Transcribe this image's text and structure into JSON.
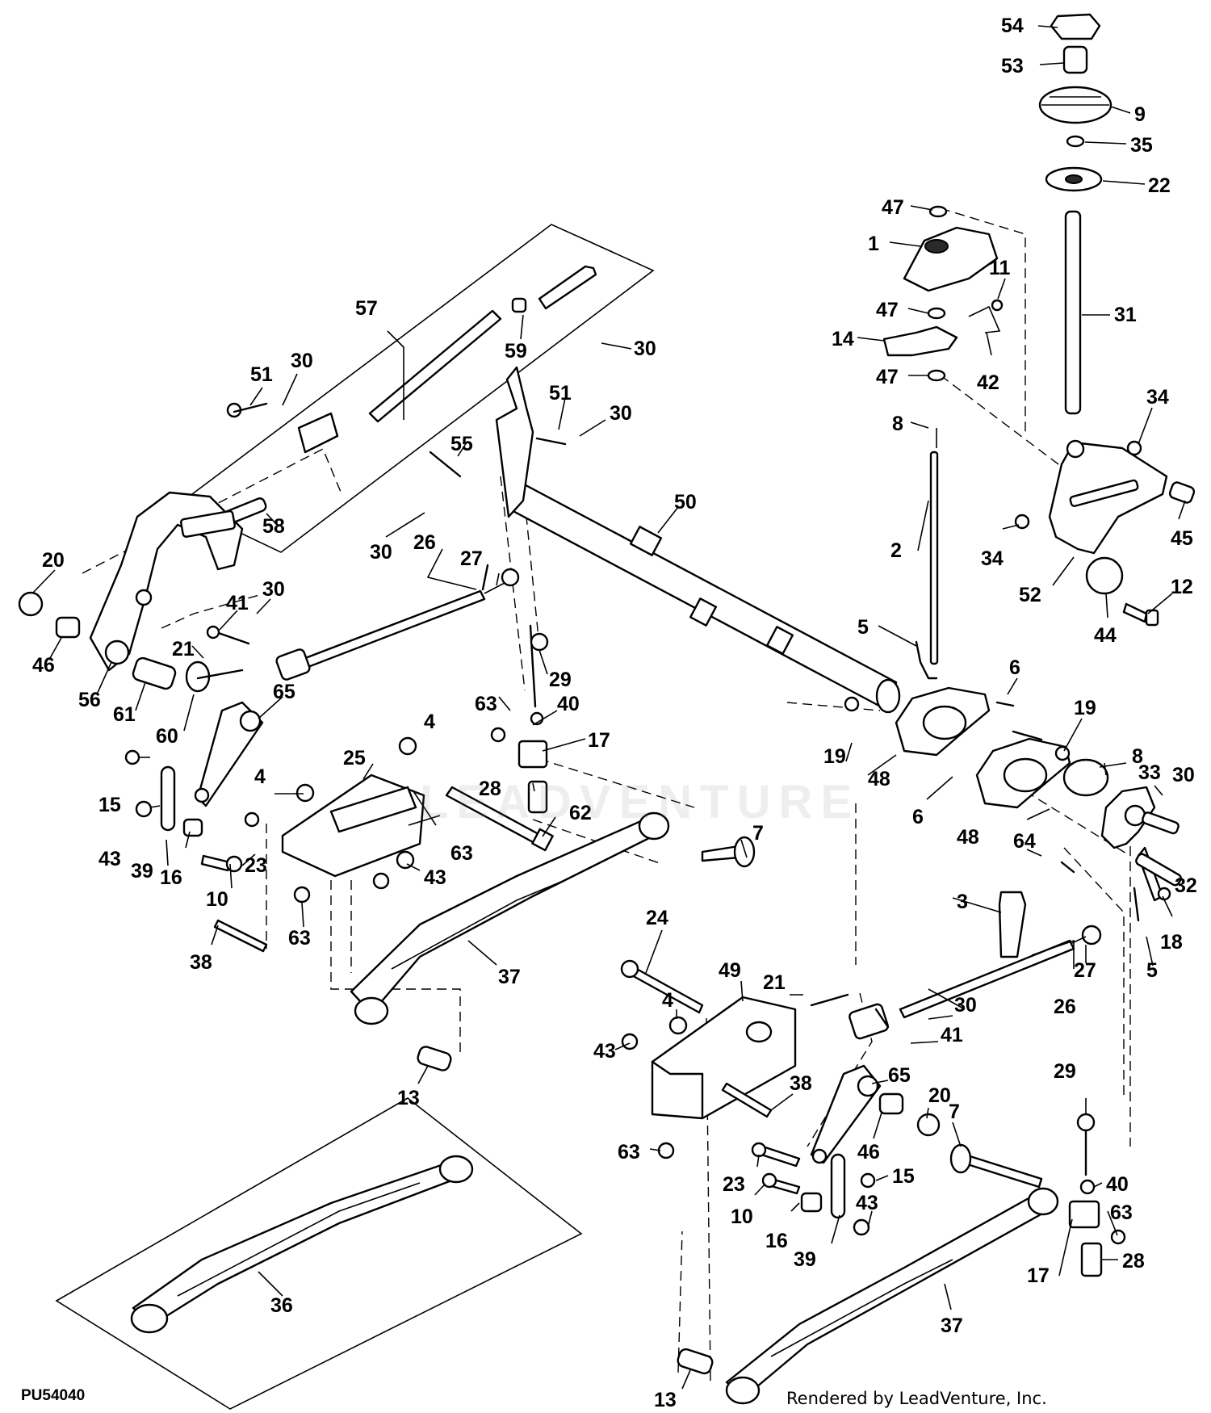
{
  "diagram": {
    "drawing_id": "PU54040",
    "credit": "Rendered by LeadVenture, Inc.",
    "watermark": "LEADVENTURE",
    "callouts": [
      {
        "n": "54"
      },
      {
        "n": "53"
      },
      {
        "n": "9"
      },
      {
        "n": "35"
      },
      {
        "n": "22"
      },
      {
        "n": "47"
      },
      {
        "n": "1"
      },
      {
        "n": "11"
      },
      {
        "n": "31"
      },
      {
        "n": "47"
      },
      {
        "n": "14"
      },
      {
        "n": "47"
      },
      {
        "n": "42"
      },
      {
        "n": "34"
      },
      {
        "n": "8"
      },
      {
        "n": "34"
      },
      {
        "n": "45"
      },
      {
        "n": "2"
      },
      {
        "n": "52"
      },
      {
        "n": "12"
      },
      {
        "n": "44"
      },
      {
        "n": "5"
      },
      {
        "n": "57"
      },
      {
        "n": "59"
      },
      {
        "n": "30"
      },
      {
        "n": "51"
      },
      {
        "n": "30"
      },
      {
        "n": "58"
      },
      {
        "n": "51"
      },
      {
        "n": "30"
      },
      {
        "n": "55"
      },
      {
        "n": "30"
      },
      {
        "n": "26"
      },
      {
        "n": "27"
      },
      {
        "n": "50"
      },
      {
        "n": "20"
      },
      {
        "n": "46"
      },
      {
        "n": "56"
      },
      {
        "n": "41"
      },
      {
        "n": "30"
      },
      {
        "n": "21"
      },
      {
        "n": "61"
      },
      {
        "n": "60"
      },
      {
        "n": "65"
      },
      {
        "n": "29"
      },
      {
        "n": "63"
      },
      {
        "n": "40"
      },
      {
        "n": "17"
      },
      {
        "n": "4"
      },
      {
        "n": "25"
      },
      {
        "n": "4"
      },
      {
        "n": "15"
      },
      {
        "n": "43"
      },
      {
        "n": "39"
      },
      {
        "n": "16"
      },
      {
        "n": "23"
      },
      {
        "n": "10"
      },
      {
        "n": "28"
      },
      {
        "n": "62"
      },
      {
        "n": "63"
      },
      {
        "n": "43"
      },
      {
        "n": "63"
      },
      {
        "n": "7"
      },
      {
        "n": "38"
      },
      {
        "n": "37"
      },
      {
        "n": "13"
      },
      {
        "n": "6"
      },
      {
        "n": "19"
      },
      {
        "n": "19"
      },
      {
        "n": "48"
      },
      {
        "n": "6"
      },
      {
        "n": "48"
      },
      {
        "n": "8"
      },
      {
        "n": "33"
      },
      {
        "n": "30"
      },
      {
        "n": "64"
      },
      {
        "n": "32"
      },
      {
        "n": "3"
      },
      {
        "n": "18"
      },
      {
        "n": "5"
      },
      {
        "n": "27"
      },
      {
        "n": "26"
      },
      {
        "n": "24"
      },
      {
        "n": "49"
      },
      {
        "n": "21"
      },
      {
        "n": "4"
      },
      {
        "n": "43"
      },
      {
        "n": "30"
      },
      {
        "n": "41"
      },
      {
        "n": "38"
      },
      {
        "n": "65"
      },
      {
        "n": "20"
      },
      {
        "n": "46"
      },
      {
        "n": "63"
      },
      {
        "n": "23"
      },
      {
        "n": "10"
      },
      {
        "n": "16"
      },
      {
        "n": "39"
      },
      {
        "n": "15"
      },
      {
        "n": "43"
      },
      {
        "n": "7"
      },
      {
        "n": "29"
      },
      {
        "n": "40"
      },
      {
        "n": "63"
      },
      {
        "n": "17"
      },
      {
        "n": "28"
      },
      {
        "n": "37"
      },
      {
        "n": "13"
      },
      {
        "n": "36"
      }
    ]
  }
}
